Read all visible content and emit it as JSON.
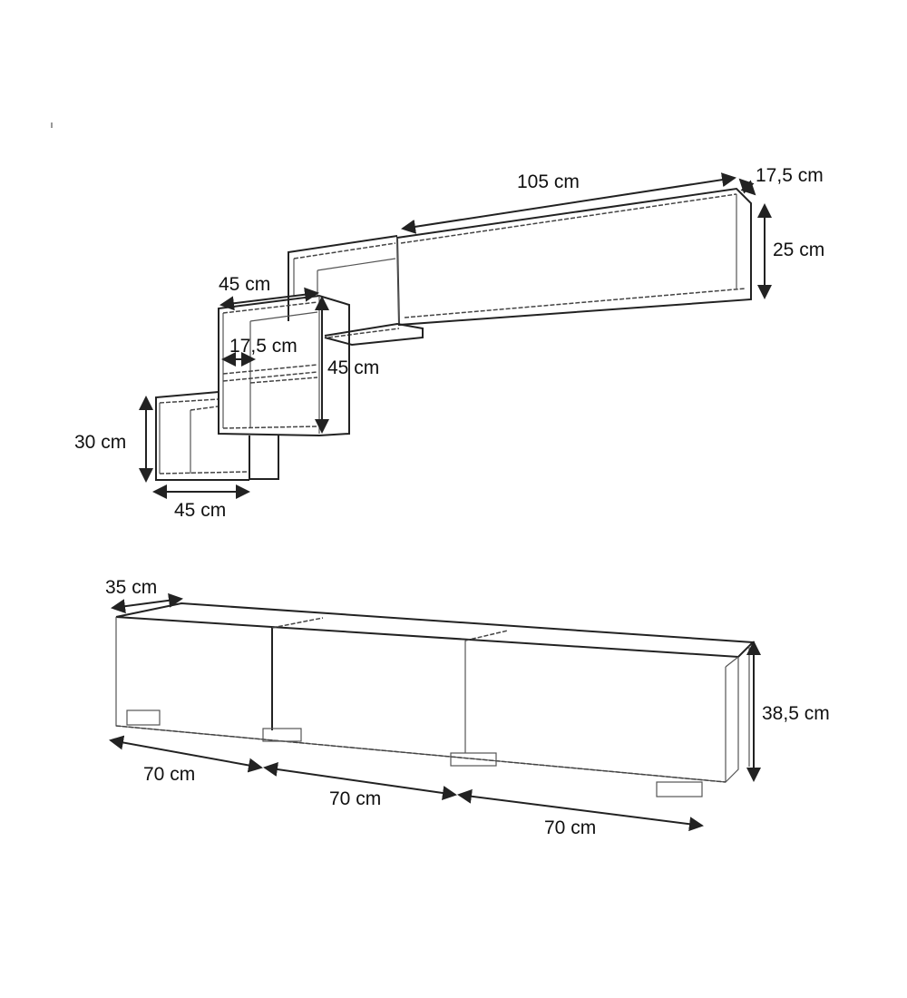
{
  "wall_shelf": {
    "long_shelf_width": "105 cm",
    "long_shelf_depth": "17,5 cm",
    "long_shelf_height": "25 cm",
    "cube_width": "45 cm",
    "cube_depth": "17,5 cm",
    "cube_height": "45 cm",
    "small_cube_height": "30 cm",
    "small_cube_width": "45 cm"
  },
  "tv_unit": {
    "depth": "35 cm",
    "height": "38,5 cm",
    "section_widths": [
      "70 cm",
      "70 cm",
      "70 cm"
    ]
  }
}
